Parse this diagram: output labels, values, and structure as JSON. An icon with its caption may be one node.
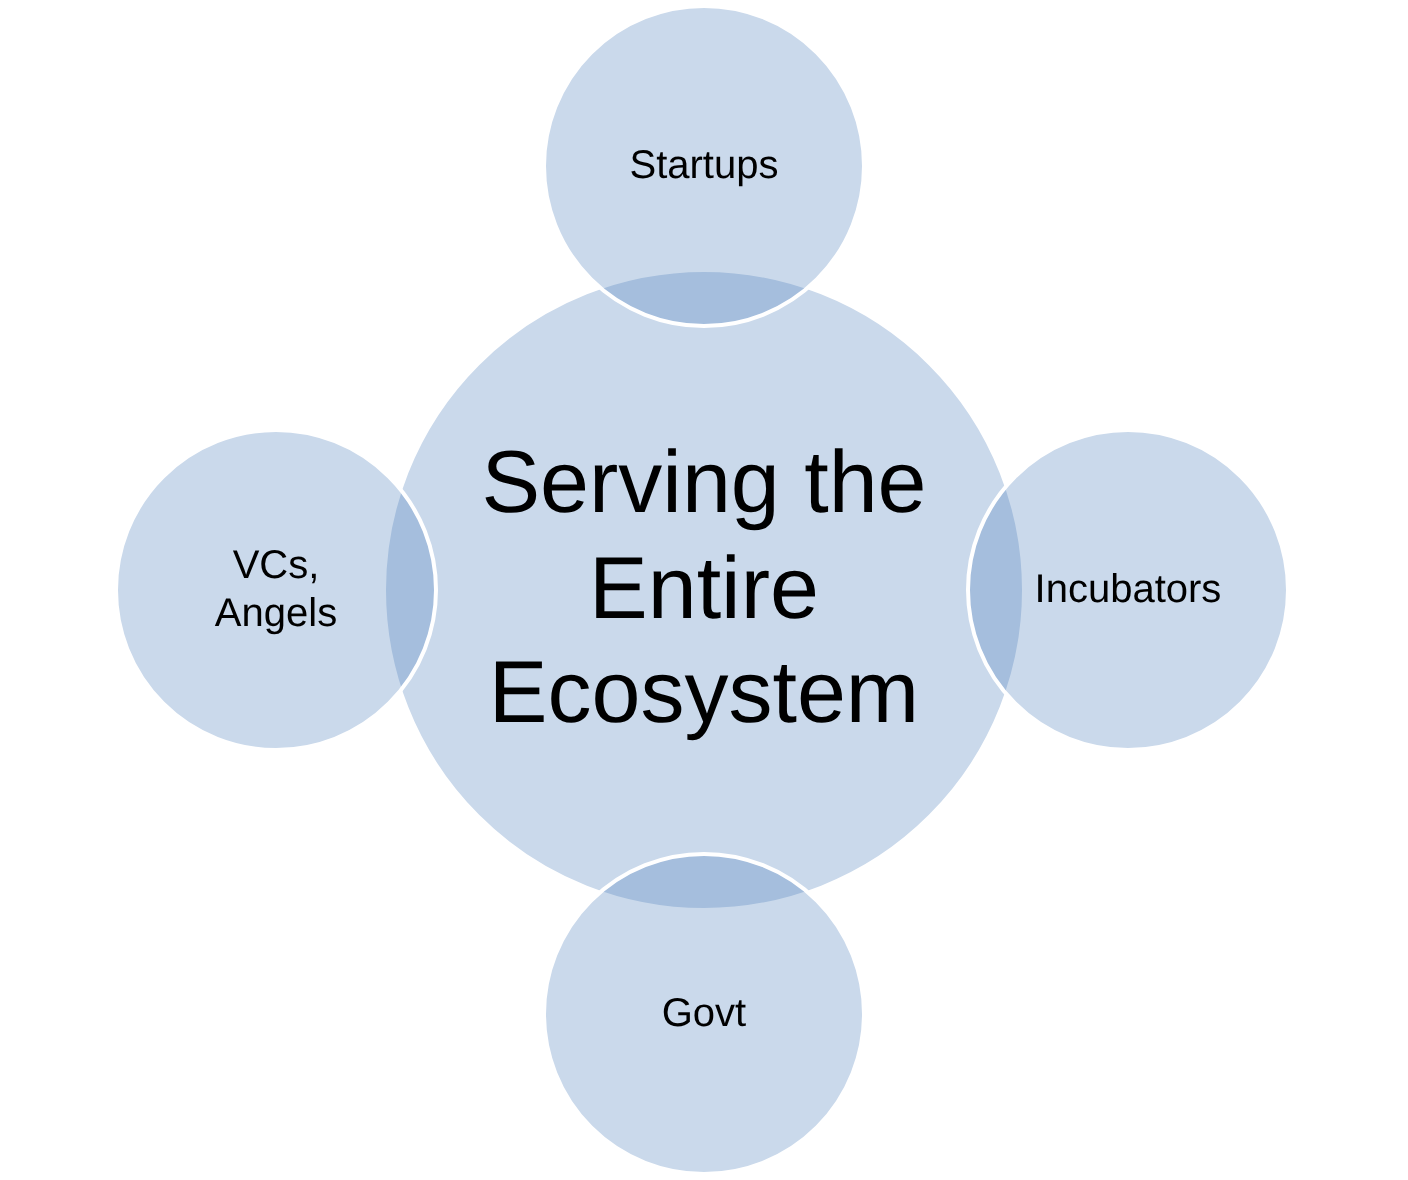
{
  "diagram": {
    "nodes": [
      {
        "text": [
          "Startups"
        ]
      },
      {
        "text": [
          "VCs, Angels"
        ]
      },
      {
        "text": [
          "Serving the Entire Ecosystem"
        ]
      },
      {
        "text": [
          "Incubators"
        ]
      },
      {
        "text": [
          "Govt"
        ]
      }
    ]
  }
}
